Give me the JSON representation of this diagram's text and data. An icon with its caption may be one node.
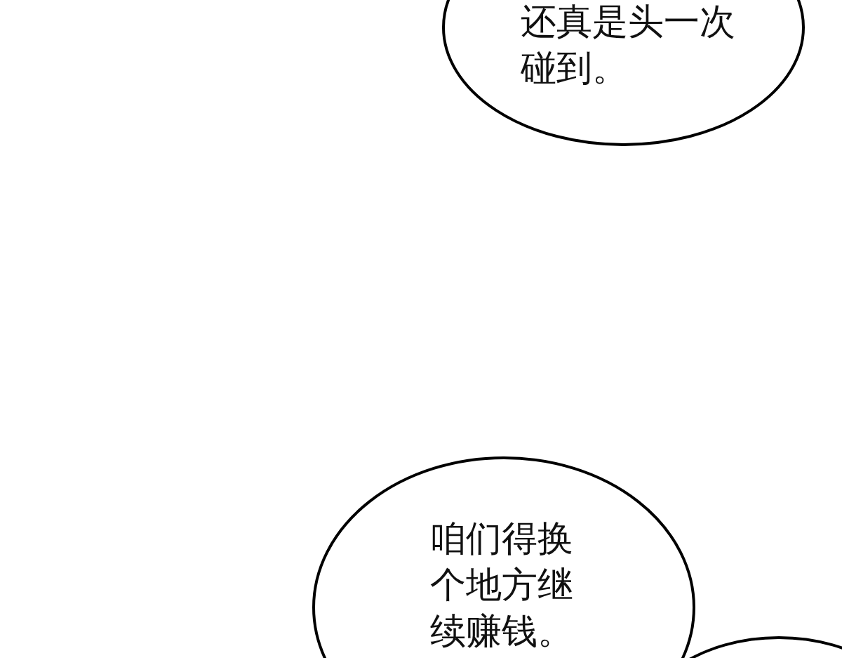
{
  "diagram": {
    "nodes": [
      {
        "text": [
          "还真是头一次碰到。"
        ]
      },
      {
        "text": [
          "咱们得换个地方继续赚钱。"
        ]
      },
      {
        "text": [],
        "shape": "circle"
      }
    ]
  }
}
